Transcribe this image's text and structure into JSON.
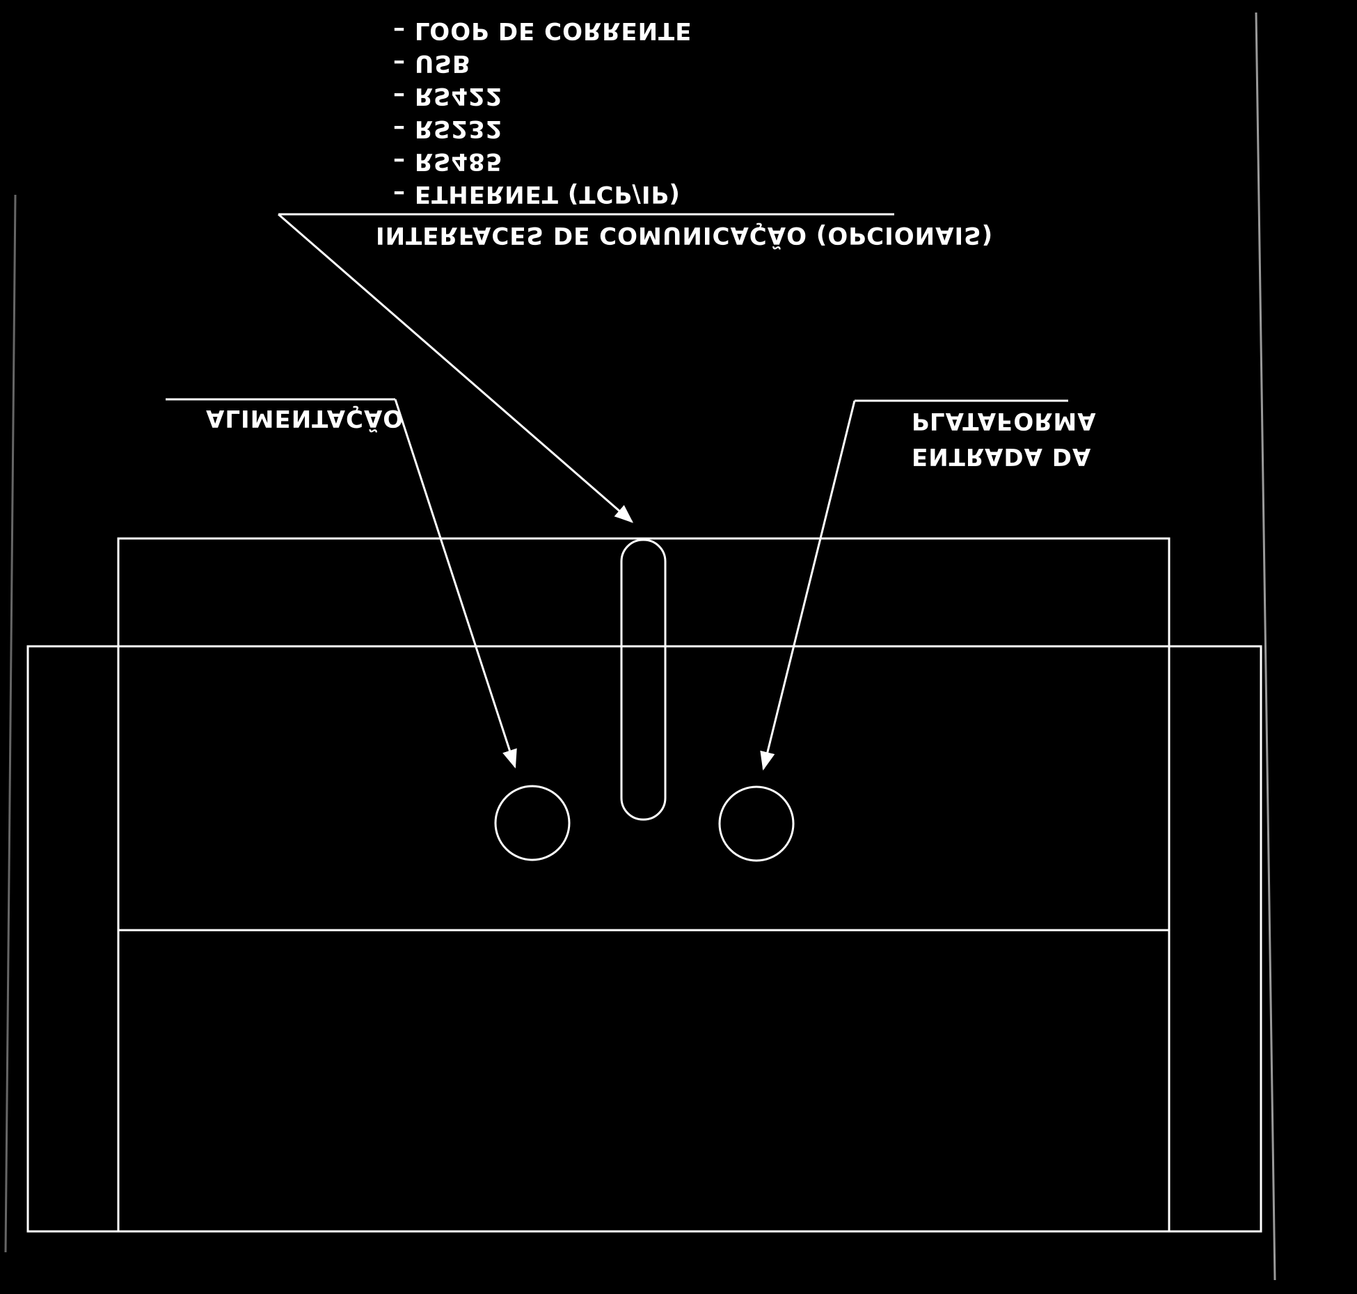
{
  "diagram": {
    "comm_list": [
      "– LOOP DE CORRENTE",
      "– USB",
      "– RS422",
      "– RS232",
      "– RS485",
      "– ETHERNET (TCP/IP)"
    ],
    "comm_title": "INTERFACES DE COMUNICAÇÃO (OPCIONAIS)",
    "power_label": "ALIMENTAÇÃO",
    "platform_label_line1": "PLATAFORMA",
    "platform_label_line2": "ENTRADA DA"
  },
  "colors": {
    "background": "#000000",
    "line": "#ffffff"
  }
}
